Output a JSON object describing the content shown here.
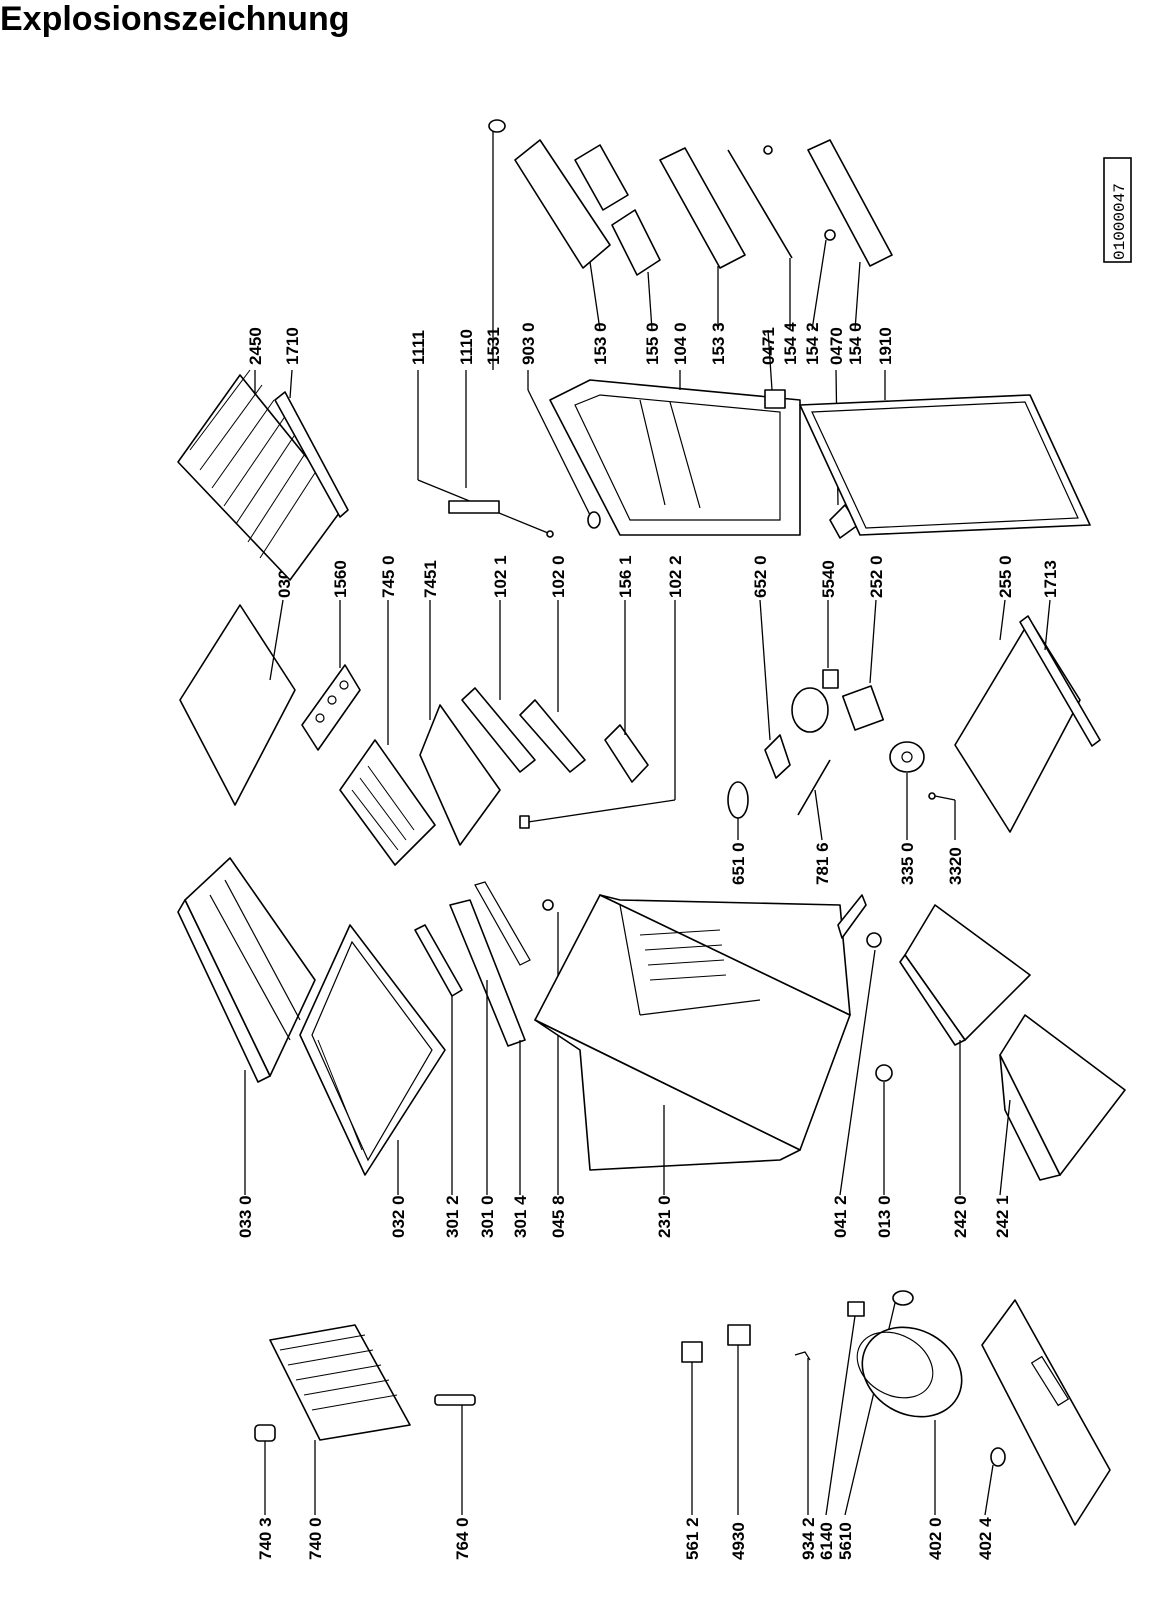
{
  "title": "Explosionszeichnung",
  "drawing_number": "01000047",
  "labels": {
    "l0330": "033 0",
    "l0320": "032 0",
    "l3012": "301 2",
    "l3010": "301 0",
    "l3014": "301 4",
    "l0458": "045 8",
    "l2310": "231 0",
    "l0412": "041 2",
    "l0130": "013 0",
    "l2420": "242 0",
    "l2421": "242 1",
    "l0300": "0300",
    "l1560": "1560",
    "l7450": "745 0",
    "l7451": "7451",
    "l1021": "102 1",
    "l1020": "102 0",
    "l1561": "156 1",
    "l1022": "102 2",
    "l6520": "652 0",
    "l5540": "5540",
    "l2520": "252 0",
    "l2550": "255 0",
    "l1713": "1713",
    "l6510": "651 0",
    "l7816": "781 6",
    "l3350": "335 0",
    "l3320": "3320",
    "l2450": "2450",
    "l1710": "1710",
    "l1111": "1111",
    "l1110": "1110",
    "l1531": "1531",
    "l9030": "903 0",
    "l1530": "153 0",
    "l1550": "155 0",
    "l1040": "104 0",
    "l1533": "153 3",
    "l0471": "0471",
    "l1544": "154 4",
    "l1542": "154 2",
    "l0470": "0470",
    "l1540": "154 0",
    "l1910": "1910",
    "l7403": "740 3",
    "l7400": "740 0",
    "l7640": "764 0",
    "l5612": "561 2",
    "l4930": "4930",
    "l9342": "934 2",
    "l6140": "6140",
    "l5610": "5610",
    "l4020": "402 0",
    "l4024": "402 4"
  }
}
